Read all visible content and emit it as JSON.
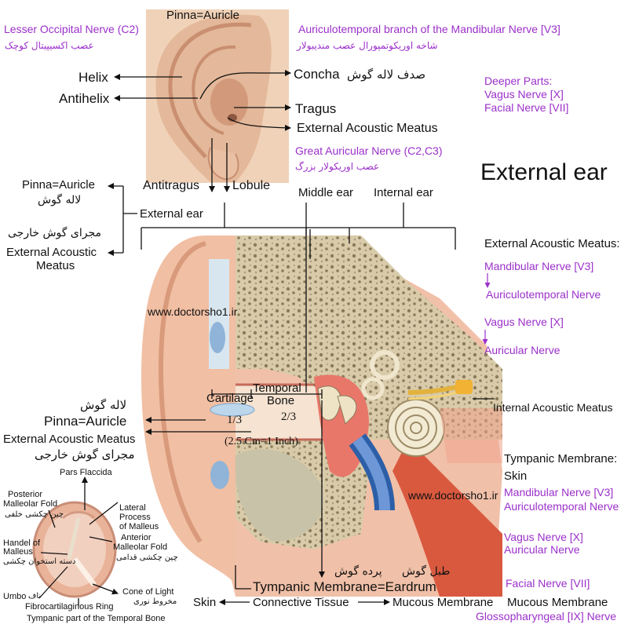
{
  "title": "External ear",
  "watermark": "www.doctorsho1.ir",
  "pinna_section": {
    "heading": "Pinna=Auricle",
    "helix": "Helix",
    "antihelix": "Antihelix",
    "concha": "Concha",
    "concha_fa": "صدف لاله گوش",
    "tragus": "Tragus",
    "eam": "External Acoustic Meatus",
    "antitragus": "Antitragus",
    "lobule": "Lobule"
  },
  "nerves_top": {
    "lesser_occipital": "Lesser Occipital Nerve (C2)",
    "lesser_occipital_fa": "عصب اکسیپیتال کوچک",
    "auriculotemporal": "Auriculotemporal branch of the Mandibular Nerve [V3]",
    "auriculotemporal_fa": "شاخه اوریکوتمپورال عصب مندیبولار",
    "great_auricular": "Great Auricular Nerve (C2,C3)",
    "great_auricular_fa": "عصب اوریکولار بزرگ",
    "deeper_parts": "Deeper Parts:",
    "vagus": "Vagus Nerve [X]",
    "facial": "Facial Nerve [VII]"
  },
  "left_labels": {
    "pinna": "Pinna=Auricle",
    "pinna_fa": "لاله گوش",
    "external_ear": "External ear",
    "eam_fa": "مجرای گوش خارجی",
    "eam_line1": "External Acoustic",
    "eam_line2": "Meatus"
  },
  "section_labels": {
    "middle_ear": "Middle ear",
    "internal_ear": "Internal ear",
    "cartilage": "Cartilage",
    "temporal": "Temporal",
    "bone": "Bone",
    "third": "1/3",
    "two_thirds": "2/3",
    "length": "(2.5 Cm=1 Inch)",
    "pinna_fa": "لاله گوش",
    "pinna": "Pinna=Auricle",
    "eam": "External Acoustic Meatus",
    "eam_fa": "مجرای گوش خارجی",
    "eardrum_fa": "پرده گوش",
    "eardrum_fa2": "طبل گوش",
    "tympanic": "Tympanic Membrane=Eardrum",
    "skin": "Skin",
    "connective": "Connective Tissue",
    "mucous": "Mucous Membrane",
    "internal_meatus": "Internal Acoustic Meatus"
  },
  "eam_nerves": {
    "heading": "External Acoustic Meatus:",
    "mandibular": "Mandibular Nerve [V3]",
    "auriculotemporal": "Auriculotemporal Nerve",
    "vagus": "Vagus Nerve [X]",
    "auricular": "Auricular Nerve"
  },
  "tm_nerves": {
    "heading": "Tympanic Membrane:",
    "skin": "Skin",
    "mandibular": "Mandibular Nerve [V3]",
    "auriculotemporal": "Auriculotemporal Nerve",
    "vagus": "Vagus Nerve [X]",
    "auricular": "Auricular Nerve",
    "mucous": "Mucous Membrane",
    "facial": "Facial Nerve [VII]",
    "glosso": "Glossopharyngeal [IX] Nerve"
  },
  "eardrum_inset": {
    "posterior_fold_1": "Posterior",
    "posterior_fold_2": "Malleolar Fold",
    "posterior_fold_fa": "چین چکشی خلفی",
    "pars_flaccida": "Pars Flaccida",
    "lateral_1": "Lateral",
    "lateral_2": "Process",
    "lateral_3": "of Malleus",
    "anterior_1": "Anterior",
    "anterior_2": "Malleolar Fold",
    "anterior_fa": "چین چکشی قدامی",
    "handle_1": "Handel of",
    "handle_2": "Malleus",
    "handle_fa": "دسته استخوان چکشی",
    "umbo": "Umbo",
    "umbo_fa": "ناف",
    "cone": "Cone of Light",
    "cone_fa": "مخروط نوری",
    "fibro": "Fibrocartilaginous Ring",
    "tympanic_part": "Tympanic part of the Temporal Bone"
  }
}
